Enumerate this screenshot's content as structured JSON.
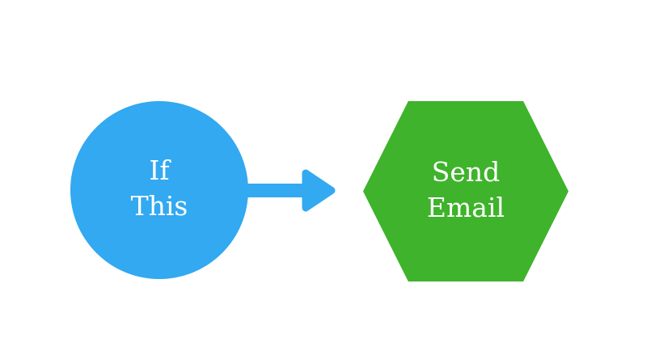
{
  "diagram": {
    "type": "flowchart",
    "nodes": [
      {
        "id": "trigger",
        "shape": "circle",
        "lines": [
          "If",
          "This"
        ],
        "color_key": "trigger_blue"
      },
      {
        "id": "action",
        "shape": "hexagon",
        "lines": [
          "Send",
          "Email"
        ],
        "color_key": "action_green"
      }
    ],
    "connector": {
      "type": "arrow",
      "direction": "right",
      "from": "trigger",
      "to": "action"
    }
  },
  "colors": {
    "trigger_blue": "#32A9F0",
    "action_green": "#3EB32B",
    "label_white": "#FFFFFF",
    "background": "#FFFFFF"
  }
}
